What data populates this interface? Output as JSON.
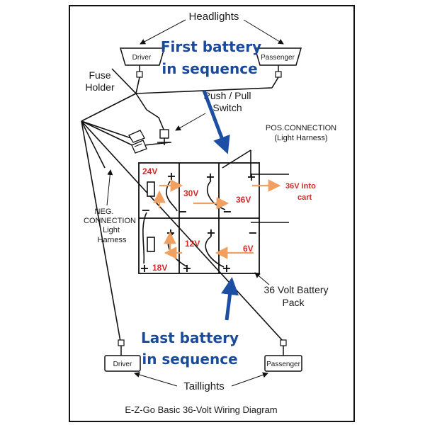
{
  "colors": {
    "line": "#111111",
    "blue_text": "#1a4a9c",
    "blue_arrow": "#1c4fa3",
    "red_text": "#d42a2a",
    "orange_arrow": "#f0a060"
  },
  "labels": {
    "headlights": "Headlights",
    "driver_front": "Driver",
    "passenger_front": "Passenger",
    "first_battery_line1": "First battery",
    "first_battery_line2": "in sequence",
    "fuse_line1": "Fuse",
    "fuse_line2": "Holder",
    "switch_line1": "Push / Pull",
    "switch_line2": "Switch",
    "pos_line1": "POS.CONNECTION",
    "pos_line2": "(Light Harness)",
    "neg_line1": "NEG.",
    "neg_line2": "CONNECTION",
    "neg_line3": "Light",
    "neg_line4": "Harness",
    "pack_line1": "36 Volt Battery",
    "pack_line2": "Pack",
    "last_battery_line1": "Last battery",
    "last_battery_line2": "in sequence",
    "driver_rear": "Driver",
    "passenger_rear": "Passenger",
    "taillights": "Taillights",
    "caption": "E-Z-Go Basic 36-Volt Wiring Diagram"
  },
  "voltages": {
    "v24": "24V",
    "v30": "30V",
    "v36": "36V",
    "v12": "12V",
    "v6": "6V",
    "v18": "18V",
    "out_line1": "36V into",
    "out_line2": "cart"
  },
  "terminals": {
    "plus": "+",
    "minus": "−"
  }
}
